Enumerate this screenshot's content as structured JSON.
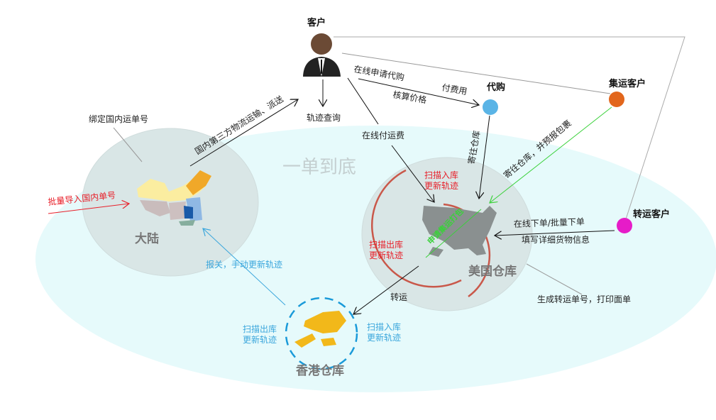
{
  "title_watermark": "一单到底",
  "nodes": {
    "customer": "客户",
    "daigou": "代购",
    "jiyun": "集运客户",
    "zhuanyun": "转运客户",
    "mainland": "大陆",
    "us_warehouse": "美国仓库",
    "hk_warehouse": "香港仓库"
  },
  "labels": {
    "apply_daigou": "在线申请代购",
    "pay_fee": "付费用",
    "check_price": "核算价格",
    "track_query": "轨迹查询",
    "domestic_transport": "国内第三方物流运输、派送",
    "bind_domestic": "绑定国内运单号",
    "batch_import": "批量导入国内单号",
    "pay_shipping": "在线付运费",
    "send_to_warehouse": "寄往仓库",
    "send_and_declare": "寄往仓库，并预报包裹",
    "us_scan_in_1": "扫描入库",
    "us_scan_in_2": "更新轨迹",
    "us_scan_out_1": "扫描出库",
    "us_scan_out_2": "更新轨迹",
    "apply_pack": "申请集运打包",
    "order_online": "在线下单/批量下单",
    "fill_info": "填写详细货物信息",
    "gen_number": "生成转运单号，打印面单",
    "transship": "转运",
    "hk_scan_in_1": "扫描入库",
    "hk_scan_in_2": "更新轨迹",
    "hk_scan_out_1": "扫描出库",
    "hk_scan_out_2": "更新轨迹",
    "customs": "报关，手动更新轨迹"
  },
  "colors": {
    "daigou": "#5ab4e6",
    "jiyun": "#e2661c",
    "zhuanyun": "#e61cc8",
    "outer": "#e6fafb",
    "inner": "#d9e6e6"
  }
}
